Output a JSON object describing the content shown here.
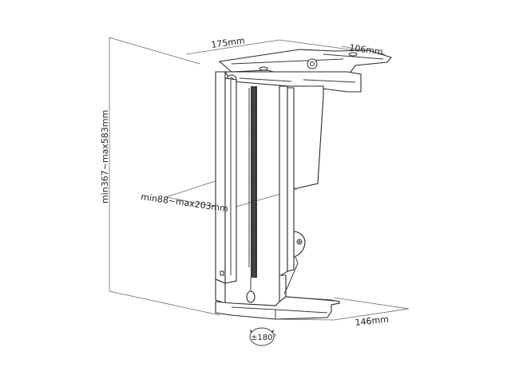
{
  "diagram": {
    "subject": "Under-desk PC / CPU holder mount (line drawing)",
    "dimensions": {
      "width_top": "175mm",
      "depth_top": "106mm",
      "height_range": "min367~max583mm",
      "width_range": "min88~max203mm",
      "base_depth": "146mm",
      "rotation": "±180°"
    },
    "colors": {
      "background": "#ffffff",
      "line": "#2a2a2a",
      "text": "#222222"
    }
  }
}
